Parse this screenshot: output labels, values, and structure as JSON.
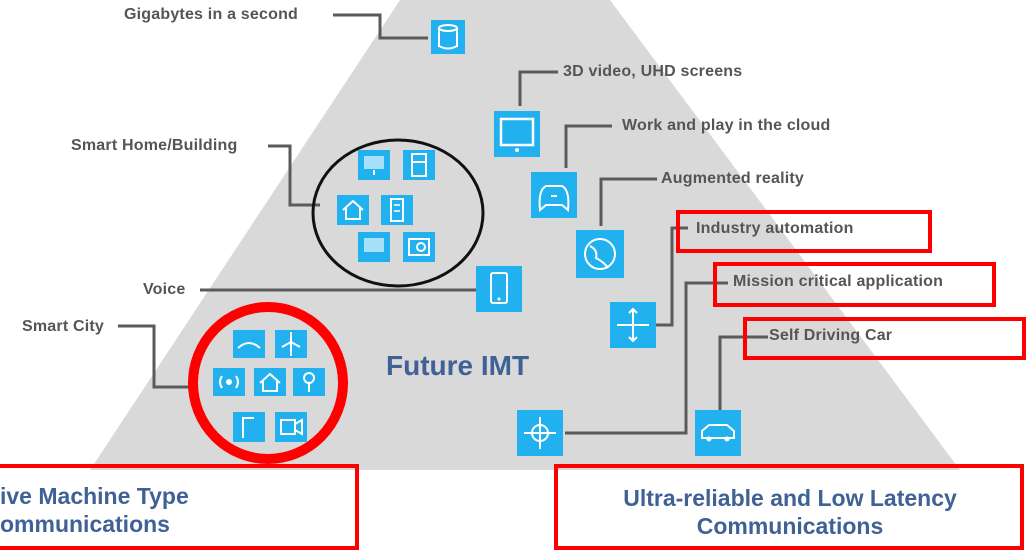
{
  "labels": {
    "gigabytes": "Gigabytes in a second",
    "video_3d": "3D video, UHD  screens",
    "cloud": "Work and play in the cloud",
    "smart_home": "Smart Home/Building",
    "augmented": "Augmented reality",
    "industry": "Industry automation",
    "mission": "Mission critical  application",
    "voice": "Voice",
    "smart_city": "Smart City",
    "self_driving": "Self Driving Car"
  },
  "center_title": "Future IMT",
  "categories": {
    "left_line1": "ive Machine Type",
    "left_line2": "ommunications",
    "right_line1": "Ultra-reliable  and Low Latency",
    "right_line2": "Communications"
  },
  "colors": {
    "triangle": "#d9d9d9",
    "icon": "#22b1ef",
    "highlight": "#ff0000",
    "title": "#3f6196",
    "label": "#555555"
  },
  "icons": [
    "database-icon",
    "screen-icon",
    "gamepad-icon",
    "globe-icon",
    "arrows-icon",
    "crosshair-icon",
    "car-icon",
    "tablet-icon",
    "monitor-icon",
    "fridge-icon",
    "house-icon",
    "building-icon",
    "tv-icon",
    "camera-icon",
    "road-icon",
    "windmill-icon",
    "wireless-icon",
    "tower-icon",
    "streetlight-icon",
    "video-icon"
  ]
}
